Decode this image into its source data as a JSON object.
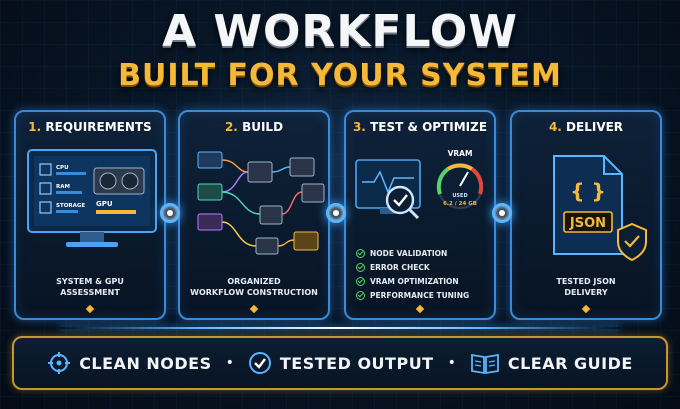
{
  "header": {
    "title_line1": "A WORKFLOW",
    "title_line2": "BUILT FOR YOUR SYSTEM"
  },
  "steps": [
    {
      "number": "1.",
      "title": "REQUIREMENTS",
      "subtitle_line1": "SYSTEM & GPU",
      "subtitle_line2": "ASSESSMENT",
      "monitor_labels": {
        "cpu": "CPU",
        "ram": "RAM",
        "storage": "STORAGE",
        "gpu": "GPU"
      }
    },
    {
      "number": "2.",
      "title": "BUILD",
      "subtitle_line1": "ORGANIZED",
      "subtitle_line2": "WORKFLOW CONSTRUCTION"
    },
    {
      "number": "3.",
      "title": "TEST & OPTIMIZE",
      "vram_label": "VRAM",
      "vram_used_label": "USED",
      "vram_value": "6.2 / 24 GB",
      "checks": [
        "NODE VALIDATION",
        "ERROR CHECK",
        "VRAM OPTIMIZATION",
        "PERFORMANCE TUNING"
      ]
    },
    {
      "number": "4.",
      "title": "DELIVER",
      "file_braces": "{ }",
      "file_label": "JSON",
      "subtitle_line1": "TESTED JSON",
      "subtitle_line2": "DELIVERY"
    }
  ],
  "features": [
    {
      "label": "CLEAN NODES",
      "icon": "crosshair-icon"
    },
    {
      "label": "TESTED OUTPUT",
      "icon": "check-circle-icon"
    },
    {
      "label": "CLEAR GUIDE",
      "icon": "open-book-icon"
    }
  ],
  "separator": "•",
  "colors": {
    "accent_gold": "#f5b93a",
    "accent_blue": "#3a8ad8",
    "check_green": "#58d36a"
  }
}
